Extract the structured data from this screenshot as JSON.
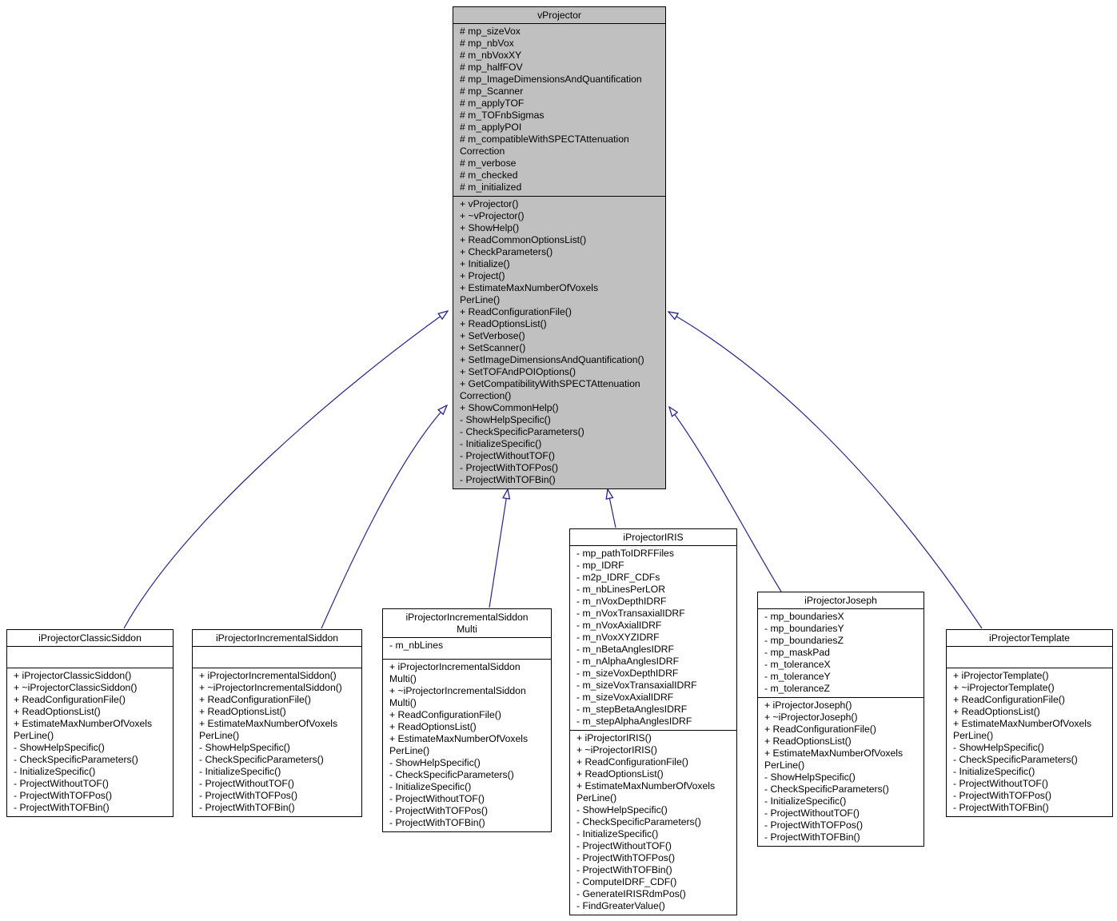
{
  "colors": {
    "highlight_node_fill": "#C0C0C0",
    "node_fill": "#FFFFFF",
    "node_border": "#000000",
    "arrow": "#252490"
  },
  "classes": {
    "vProjector": {
      "title_lines": [
        "vProjector"
      ],
      "attributes": [
        "# mp_sizeVox",
        "# mp_nbVox",
        "# m_nbVoxXY",
        "# mp_halfFOV",
        "# mp_ImageDimensionsAndQuantification",
        "# mp_Scanner",
        "# m_applyTOF",
        "# m_TOFnbSigmas",
        "# m_applyPOI",
        "# m_compatibleWithSPECTAttenuation",
        "Correction",
        "# m_verbose",
        "# m_checked",
        "# m_initialized"
      ],
      "methods": [
        "+ vProjector()",
        "+ ~vProjector()",
        "+ ShowHelp()",
        "+ ReadCommonOptionsList()",
        "+ CheckParameters()",
        "+ Initialize()",
        "+ Project()",
        "+ EstimateMaxNumberOfVoxels",
        "PerLine()",
        "+ ReadConfigurationFile()",
        "+ ReadOptionsList()",
        "+ SetVerbose()",
        "+ SetScanner()",
        "+ SetImageDimensionsAndQuantification()",
        "+ SetTOFAndPOIOptions()",
        "+ GetCompatibilityWithSPECTAttenuation",
        "Correction()",
        "+ ShowCommonHelp()",
        "- ShowHelpSpecific()",
        "- CheckSpecificParameters()",
        "- InitializeSpecific()",
        "- ProjectWithoutTOF()",
        "- ProjectWithTOFPos()",
        "- ProjectWithTOFBin()"
      ]
    },
    "iProjectorClassicSiddon": {
      "title_lines": [
        "iProjectorClassicSiddon"
      ],
      "attributes": [],
      "methods": [
        "+ iProjectorClassicSiddon()",
        "+ ~iProjectorClassicSiddon()",
        "+ ReadConfigurationFile()",
        "+ ReadOptionsList()",
        "+ EstimateMaxNumberOfVoxels",
        "PerLine()",
        "- ShowHelpSpecific()",
        "- CheckSpecificParameters()",
        "- InitializeSpecific()",
        "- ProjectWithoutTOF()",
        "- ProjectWithTOFPos()",
        "- ProjectWithTOFBin()"
      ]
    },
    "iProjectorIncrementalSiddon": {
      "title_lines": [
        "iProjectorIncrementalSiddon"
      ],
      "attributes": [],
      "methods": [
        "+ iProjectorIncrementalSiddon()",
        "+ ~iProjectorIncrementalSiddon()",
        "+ ReadConfigurationFile()",
        "+ ReadOptionsList()",
        "+ EstimateMaxNumberOfVoxels",
        "PerLine()",
        "- ShowHelpSpecific()",
        "- CheckSpecificParameters()",
        "- InitializeSpecific()",
        "- ProjectWithoutTOF()",
        "- ProjectWithTOFPos()",
        "- ProjectWithTOFBin()"
      ]
    },
    "iProjectorIncrementalSiddonMulti": {
      "title_lines": [
        "iProjectorIncrementalSiddon",
        "Multi"
      ],
      "attributes": [
        "- m_nbLines"
      ],
      "methods": [
        "+ iProjectorIncrementalSiddon",
        "Multi()",
        "+ ~iProjectorIncrementalSiddon",
        "Multi()",
        "+ ReadConfigurationFile()",
        "+ ReadOptionsList()",
        "+ EstimateMaxNumberOfVoxels",
        "PerLine()",
        "- ShowHelpSpecific()",
        "- CheckSpecificParameters()",
        "- InitializeSpecific()",
        "- ProjectWithoutTOF()",
        "- ProjectWithTOFPos()",
        "- ProjectWithTOFBin()"
      ]
    },
    "iProjectorIRIS": {
      "title_lines": [
        "iProjectorIRIS"
      ],
      "attributes": [
        "- mp_pathToIDRFFiles",
        "- mp_IDRF",
        "- m2p_IDRF_CDFs",
        "- m_nbLinesPerLOR",
        "- m_nVoxDepthIDRF",
        "- m_nVoxTransaxialIDRF",
        "- m_nVoxAxialIDRF",
        "- m_nVoxXYZIDRF",
        "- m_nBetaAnglesIDRF",
        "- m_nAlphaAnglesIDRF",
        "- m_sizeVoxDepthIDRF",
        "- m_sizeVoxTransaxialIDRF",
        "- m_sizeVoxAxialIDRF",
        "- m_stepBetaAnglesIDRF",
        "- m_stepAlphaAnglesIDRF"
      ],
      "methods": [
        "+ iProjectorIRIS()",
        "+ ~iProjectorIRIS()",
        "+ ReadConfigurationFile()",
        "+ ReadOptionsList()",
        "+ EstimateMaxNumberOfVoxels",
        "PerLine()",
        "- ShowHelpSpecific()",
        "- CheckSpecificParameters()",
        "- InitializeSpecific()",
        "- ProjectWithoutTOF()",
        "- ProjectWithTOFPos()",
        "- ProjectWithTOFBin()",
        "- ComputeIDRF_CDF()",
        "- GenerateIRISRdmPos()",
        "- FindGreaterValue()"
      ]
    },
    "iProjectorJoseph": {
      "title_lines": [
        "iProjectorJoseph"
      ],
      "attributes": [
        "- mp_boundariesX",
        "- mp_boundariesY",
        "- mp_boundariesZ",
        "- mp_maskPad",
        "- m_toleranceX",
        "- m_toleranceY",
        "- m_toleranceZ"
      ],
      "methods": [
        "+ iProjectorJoseph()",
        "+ ~iProjectorJoseph()",
        "+ ReadConfigurationFile()",
        "+ ReadOptionsList()",
        "+ EstimateMaxNumberOfVoxels",
        "PerLine()",
        "- ShowHelpSpecific()",
        "- CheckSpecificParameters()",
        "- InitializeSpecific()",
        "- ProjectWithoutTOF()",
        "- ProjectWithTOFPos()",
        "- ProjectWithTOFBin()"
      ]
    },
    "iProjectorTemplate": {
      "title_lines": [
        "iProjectorTemplate"
      ],
      "attributes": [],
      "methods": [
        "+ iProjectorTemplate()",
        "+ ~iProjectorTemplate()",
        "+ ReadConfigurationFile()",
        "+ ReadOptionsList()",
        "+ EstimateMaxNumberOfVoxels",
        "PerLine()",
        "- ShowHelpSpecific()",
        "- CheckSpecificParameters()",
        "- InitializeSpecific()",
        "- ProjectWithoutTOF()",
        "- ProjectWithTOFPos()",
        "- ProjectWithTOFBin()"
      ]
    }
  },
  "edges": [
    {
      "from": "iProjectorClassicSiddon",
      "to": "vProjector",
      "type": "inheritance"
    },
    {
      "from": "iProjectorIncrementalSiddon",
      "to": "vProjector",
      "type": "inheritance"
    },
    {
      "from": "iProjectorIncrementalSiddonMulti",
      "to": "vProjector",
      "type": "inheritance"
    },
    {
      "from": "iProjectorIRIS",
      "to": "vProjector",
      "type": "inheritance"
    },
    {
      "from": "iProjectorJoseph",
      "to": "vProjector",
      "type": "inheritance"
    },
    {
      "from": "iProjectorTemplate",
      "to": "vProjector",
      "type": "inheritance"
    }
  ]
}
